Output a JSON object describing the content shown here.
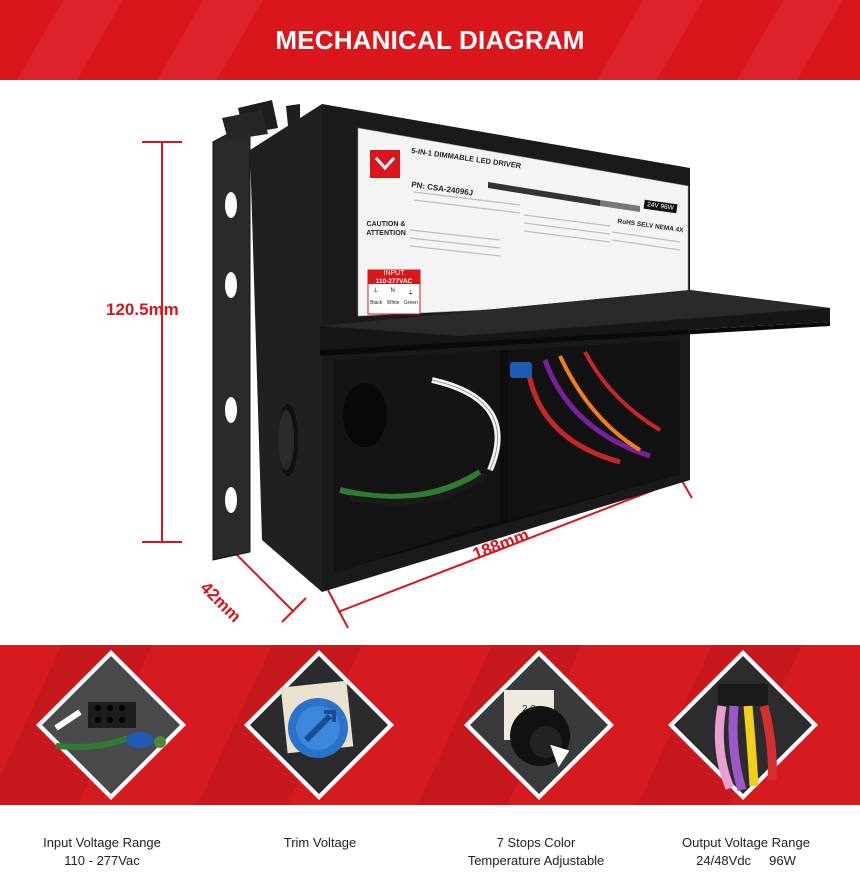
{
  "header": {
    "title": "MECHANICAL DIAGRAM"
  },
  "dimensions": {
    "height": "120.5mm",
    "length": "188mm",
    "depth": "42mm"
  },
  "product": {
    "title": "5-IN-1 DIMMABLE LED DRIVER",
    "pn": "PN:  CSA-24096J",
    "caution": "CAUTION & ATTENTION",
    "input_label": "INPUT",
    "input_range": "110-277VAC",
    "wires": [
      "L",
      "N",
      "⏚"
    ],
    "wire_colors": [
      "Black",
      "White",
      "Green"
    ],
    "badge": "24V  96W",
    "certs": "RoHS  SELV  NEMA 4X"
  },
  "features": [
    {
      "line1": "Input Voltage Range",
      "line2": "110 - 277Vac"
    },
    {
      "line1": "Trim Voltage",
      "line2": ""
    },
    {
      "line1": "7 Stops Color",
      "line2": "Temperature Adjustable"
    },
    {
      "line1": "Output Voltage Range",
      "line2": "24/48Vdc     96W"
    }
  ],
  "colors": {
    "accent": "#d9161c",
    "band": "#d51a20",
    "housing": "#1c1c1e"
  }
}
